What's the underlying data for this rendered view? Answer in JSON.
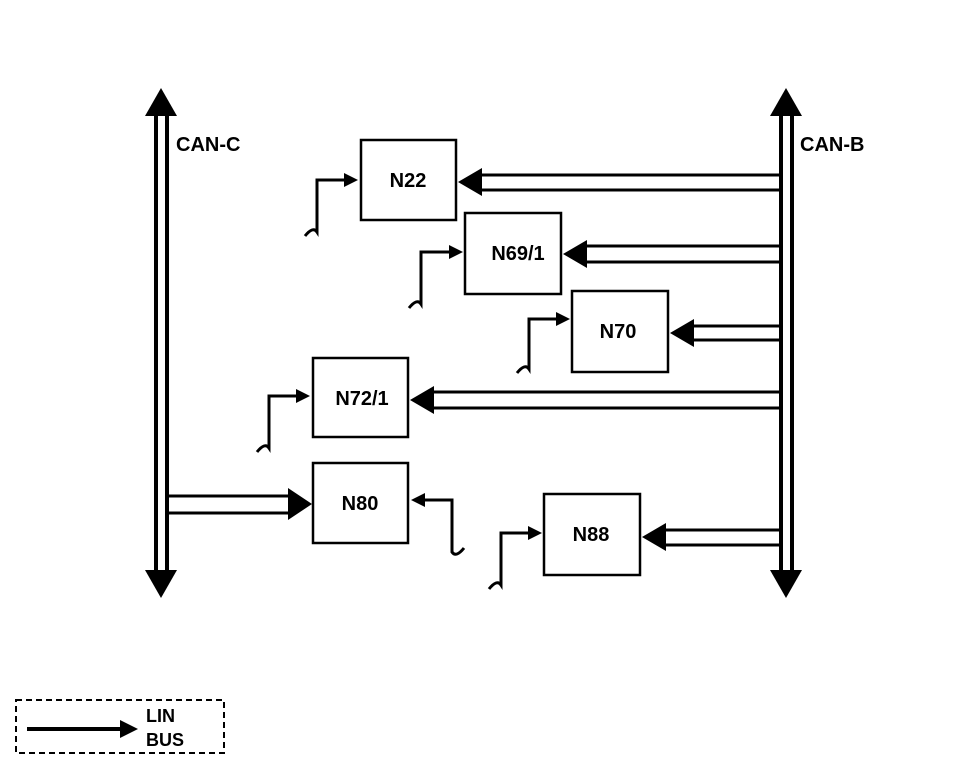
{
  "buses": {
    "can_c": "CAN-C",
    "can_b": "CAN-B"
  },
  "nodes": {
    "n22": "N22",
    "n69_1": "N69/1",
    "n70": "N70",
    "n72_1": "N72/1",
    "n80": "N80",
    "n88": "N88"
  },
  "legend": {
    "line1": "LIN",
    "line2": "BUS"
  }
}
